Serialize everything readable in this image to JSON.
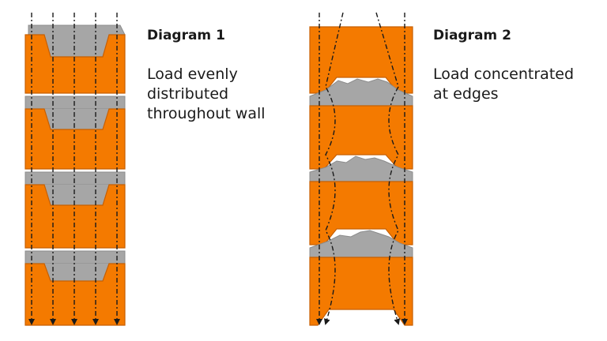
{
  "colors": {
    "block": "#f47a00",
    "block_edge": "#c75f00",
    "mortar": "#a6a6a6",
    "mortar_edge": "#8c8c8c",
    "arrow": "#1a1a1a",
    "text": "#1a1a1a"
  },
  "diagram1": {
    "title": "Diagram 1",
    "caption": "Load evenly distributed throughout wall"
  },
  "diagram2": {
    "title": "Diagram 2",
    "caption": "Load concentrated at edges"
  }
}
